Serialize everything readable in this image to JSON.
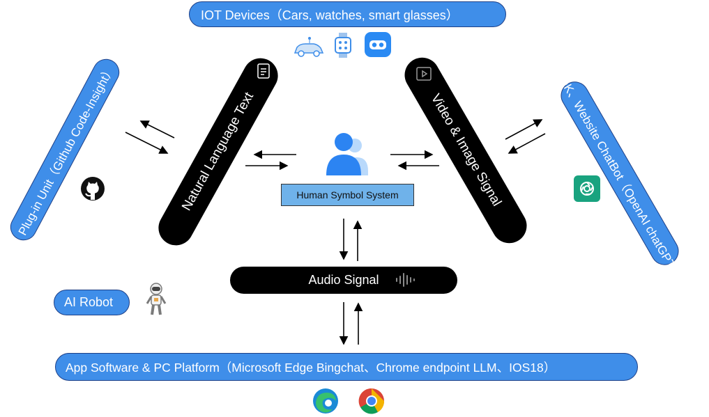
{
  "top": {
    "label": "IOT Devices（Cars, watches, smart glasses）"
  },
  "left": {
    "label": "Plug-in Unit（Github Code-Insight）"
  },
  "right": {
    "label": "SDK、Website ChatBot（OpenAI chatGPT）"
  },
  "ai_robot": {
    "label": "AI Robot"
  },
  "bottom": {
    "label": "App Software & PC Platform（Microsoft Edge Bingchat、Chrome endpoint LLM、IOS18）"
  },
  "bars": {
    "text": "Natural Language Text",
    "video": "Video & Image Signal",
    "audio": "Audio Signal"
  },
  "center": {
    "label": "Human Symbol System"
  },
  "colors": {
    "pill": "#3f8ee9",
    "pill_border": "#1d3f87",
    "bar": "#000000",
    "center_box": "#6fb2ea"
  },
  "icons": [
    "car-icon",
    "smartwatch-icon",
    "vr-glasses-icon",
    "document-icon",
    "video-play-icon",
    "github-icon",
    "openai-icon",
    "user-group-icon",
    "audio-wave-icon",
    "robot-icon",
    "edge-icon",
    "chrome-icon"
  ]
}
